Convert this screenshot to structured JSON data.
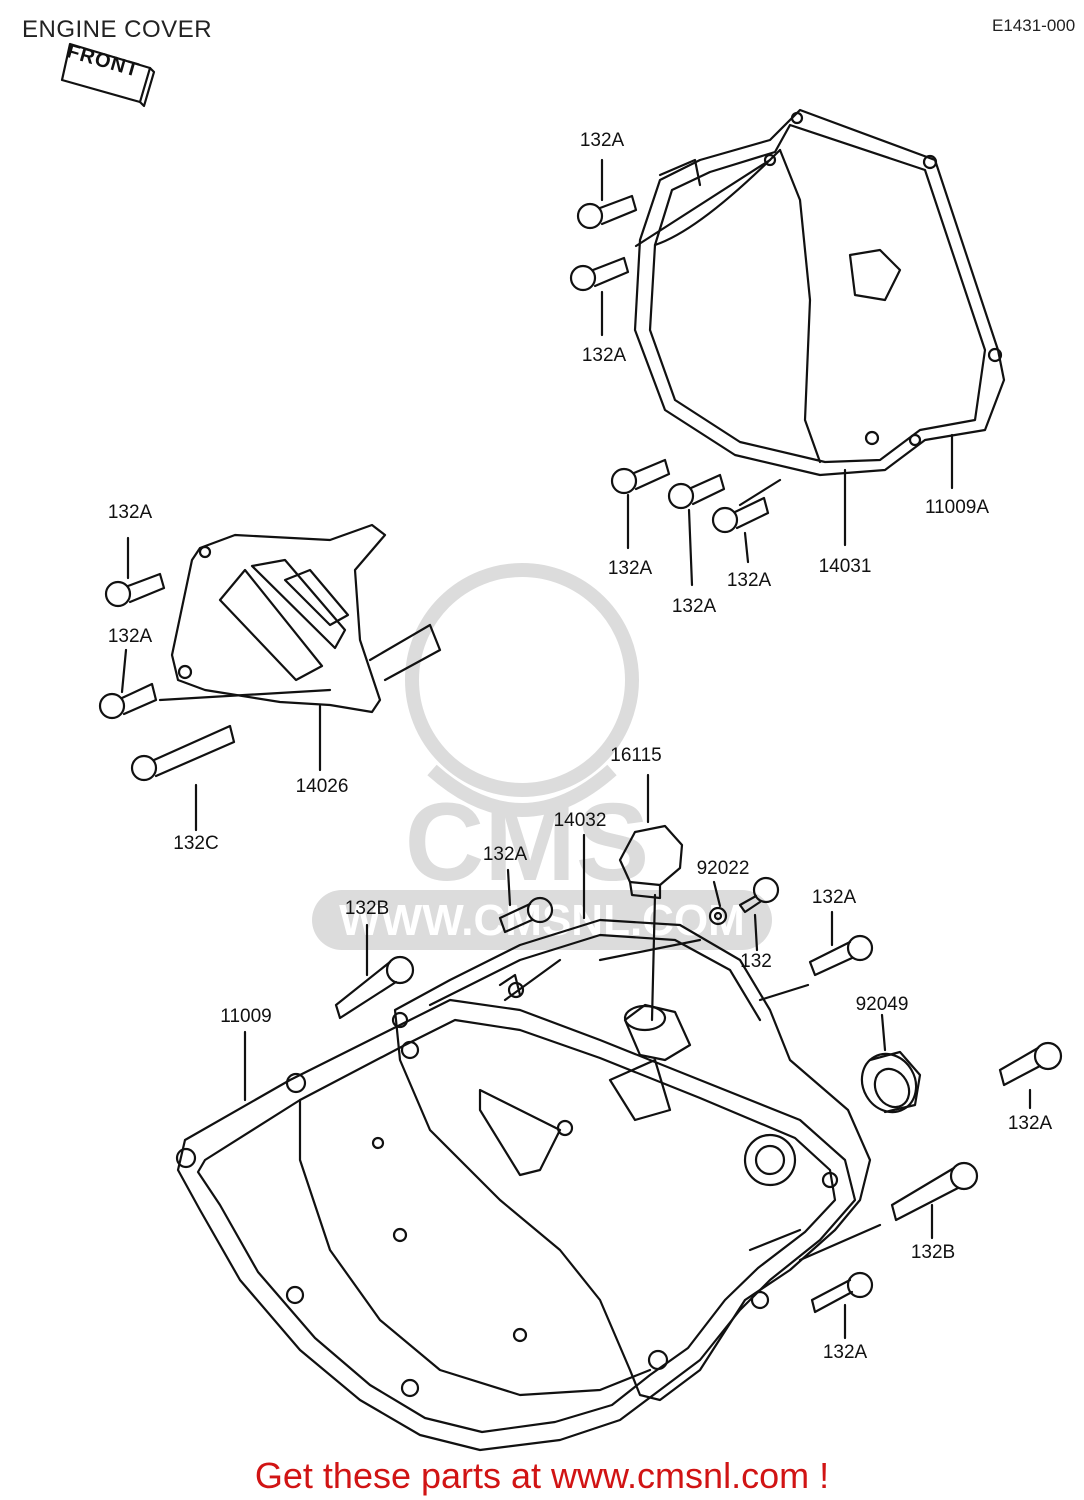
{
  "header": {
    "title": "ENGINE COVER",
    "code": "E1431-000"
  },
  "direction_tag": "FRONT",
  "watermark": {
    "text": "CMS",
    "url": "WWW.CMSNL.COM",
    "color": "#dcdcdc"
  },
  "callouts": [
    "132A",
    "132A",
    "132A",
    "132A",
    "132A",
    "14031",
    "11009A",
    "132A",
    "132A",
    "14026",
    "132C",
    "16115",
    "14032",
    "132A",
    "92022",
    "132B",
    "132",
    "132A",
    "92049",
    "11009",
    "132A",
    "132B",
    "132A"
  ],
  "footer": {
    "cta": "Get these parts at www.cmsnl.com !"
  },
  "colors": {
    "line": "#111111",
    "cta": "#d11414"
  }
}
